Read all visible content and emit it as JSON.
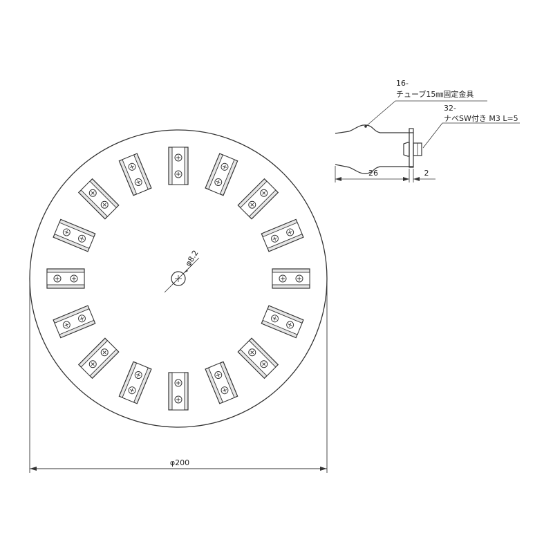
{
  "drawing": {
    "line_color": "#333333",
    "clip_fill": "#e6e6e6",
    "clip_count": 16,
    "dimensions": {
      "diameter": "φ200",
      "center_hole": "φ8.2",
      "length_26": "26",
      "thickness_2": "2"
    },
    "callouts": {
      "part_16_number": "16-",
      "part_16_name": "チューブ15㎜固定金具",
      "part_32_number": "32-",
      "part_32_name": "ナベSW付き M3 L=5"
    }
  }
}
